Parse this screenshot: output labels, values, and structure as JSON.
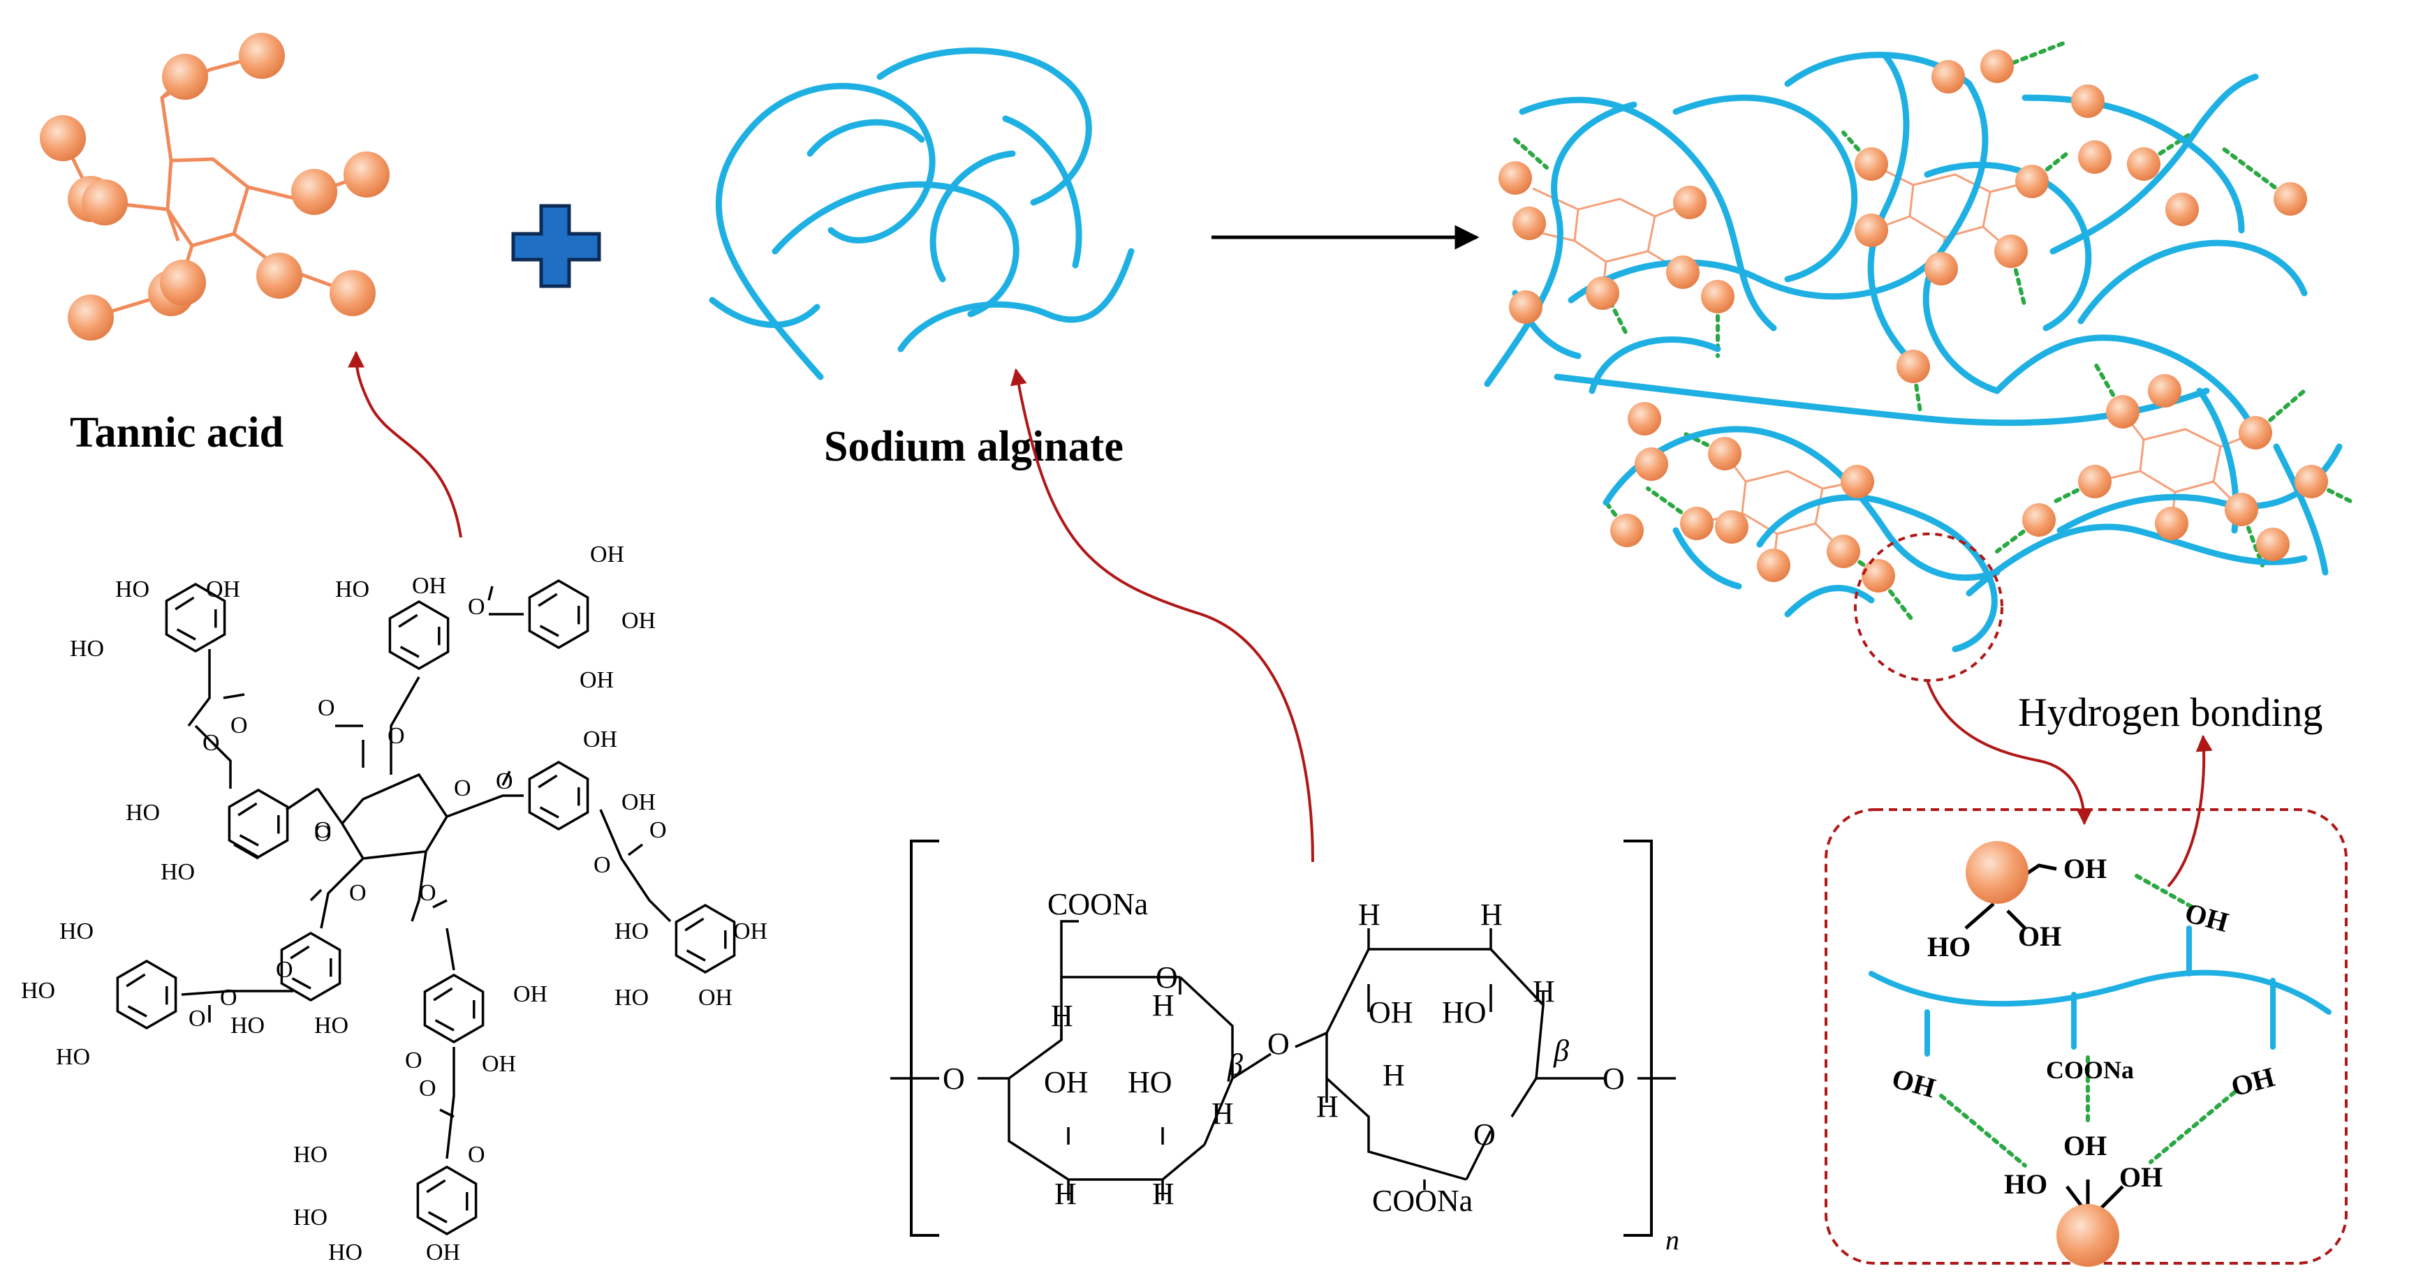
{
  "labels": {
    "tannic_acid": "Tannic acid",
    "sodium_alginate": "Sodium alginate",
    "hydrogen_bonding": "Hydrogen bonding"
  },
  "tannic_structure": {
    "oh": "OH",
    "ho": "HO",
    "o": "O"
  },
  "alginate_structure": {
    "coona": "COONa",
    "o": "O",
    "h": "H",
    "oh": "OH",
    "ho": "HO",
    "beta": "β",
    "n": "n"
  },
  "detail": {
    "oh": "OH",
    "ho": "HO",
    "coona": "COONa"
  },
  "colors": {
    "alginate_chain": "#1fb0e3",
    "tannic_sphere": "#f5a06e",
    "tannic_bond": "#f08a5a",
    "hbond": "#2aa843",
    "relation_arrow": "#b01818",
    "plus_fill": "#1f6fc5",
    "plus_stroke": "#0b2a55",
    "reaction_arrow": "#000000"
  }
}
